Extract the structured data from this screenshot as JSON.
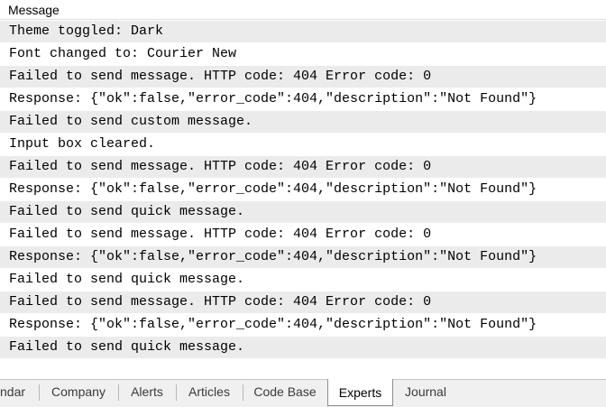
{
  "header": {
    "column_label": "Message"
  },
  "messages": [
    "Theme toggled: Dark",
    "Font changed to: Courier New",
    "Failed to send message. HTTP code: 404 Error code: 0",
    "Response: {\"ok\":false,\"error_code\":404,\"description\":\"Not Found\"}",
    "Failed to send custom message.",
    "Input box cleared.",
    "Failed to send message. HTTP code: 404 Error code: 0",
    "Response: {\"ok\":false,\"error_code\":404,\"description\":\"Not Found\"}",
    "Failed to send quick message.",
    "Failed to send message. HTTP code: 404 Error code: 0",
    "Response: {\"ok\":false,\"error_code\":404,\"description\":\"Not Found\"}",
    "Failed to send quick message.",
    "Failed to send message. HTTP code: 404 Error code: 0",
    "Response: {\"ok\":false,\"error_code\":404,\"description\":\"Not Found\"}",
    "Failed to send quick message."
  ],
  "tabs": {
    "calendar": "ndar",
    "company": "Company",
    "alerts": "Alerts",
    "articles": "Articles",
    "code_base": "Code Base",
    "experts": "Experts",
    "journal": "Journal",
    "active": "Experts"
  },
  "colors": {
    "row_alt": "#ebebeb",
    "row_plain": "#ffffff",
    "tabbar_bg": "#f0f0f0"
  }
}
